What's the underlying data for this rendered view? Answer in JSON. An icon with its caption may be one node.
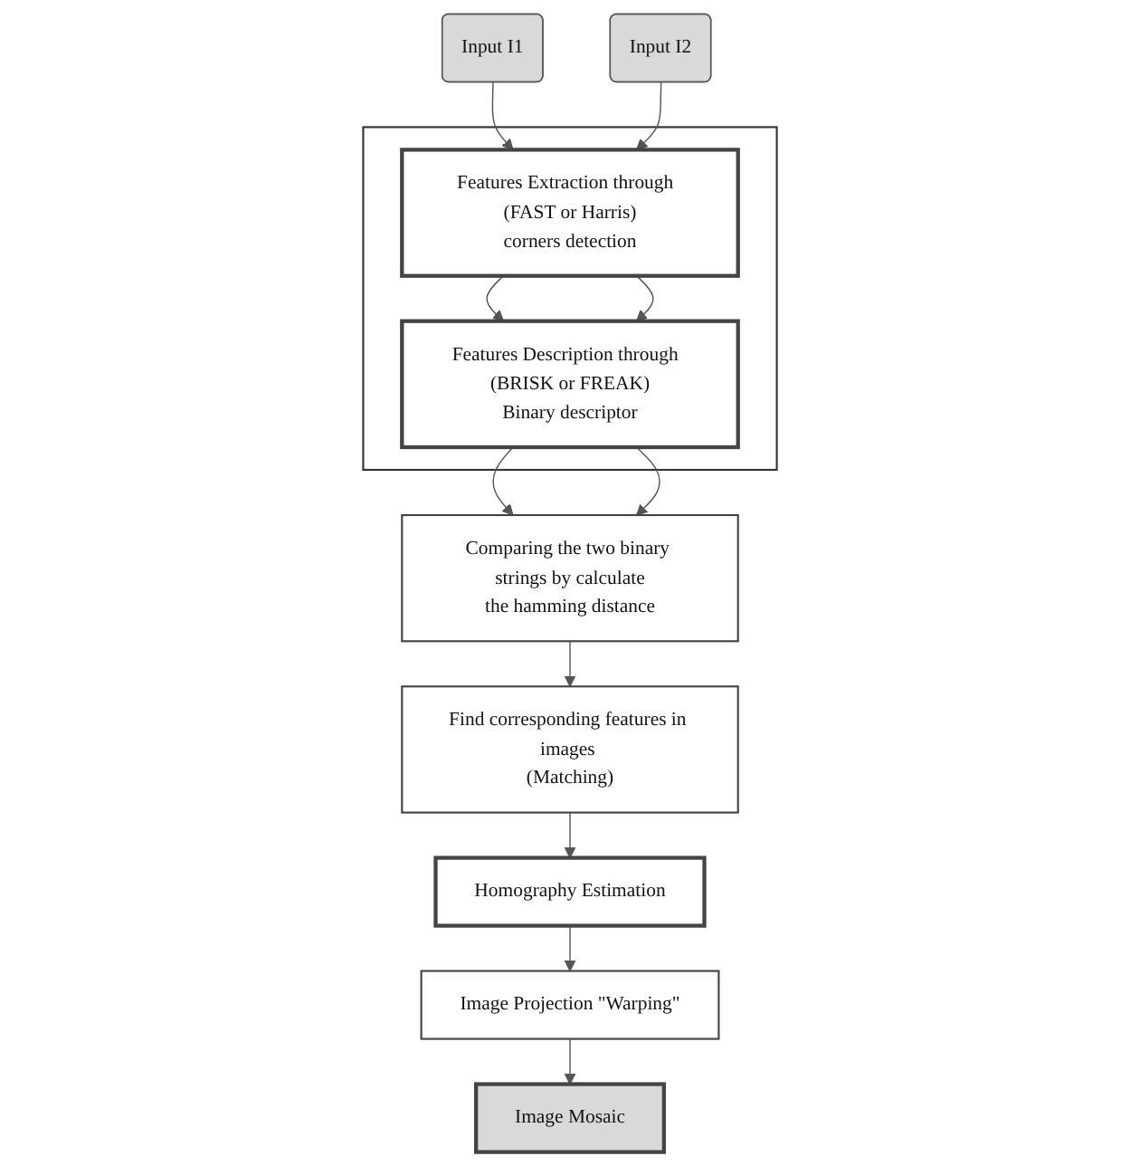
{
  "diagram": {
    "nodes": [
      {
        "text": [
          "Input I1"
        ]
      },
      {
        "text": [
          "Input I2"
        ]
      },
      {
        "text": [],
        "shape": "box"
      },
      {
        "text": [
          "Features Extraction through  (FAST or Harris) corners detection"
        ],
        "in": 2
      },
      {
        "text": [
          "Features Description through  (BRISK or FREAK) Binary descriptor"
        ],
        "in": 2
      },
      {
        "text": [
          "Comparing the two binary strings by calculate the hamming distance"
        ]
      },
      {
        "text": [
          "Find corresponding features in images  (Matching)"
        ]
      },
      {
        "text": [
          "Homography Estimation"
        ]
      },
      {
        "text": [
          "Image Projection \"Warping\""
        ]
      },
      {
        "text": [
          "Image Mosaic"
        ]
      }
    ],
    "edges": [
      {
        "from": 0,
        "to": 3,
        "arrow": "to"
      },
      {
        "from": 1,
        "to": 3,
        "arrow": "to"
      },
      {
        "from": 3,
        "to": 4,
        "arrow": "to"
      },
      {
        "from": 3,
        "to": 4,
        "arrow": "to"
      },
      {
        "from": 4,
        "to": 5,
        "arrow": "to"
      },
      {
        "from": 4,
        "to": 5,
        "arrow": "to"
      },
      {
        "from": 5,
        "to": 6,
        "arrow": "to"
      },
      {
        "from": 6,
        "to": 7,
        "arrow": "to"
      },
      {
        "from": 7,
        "to": 8,
        "arrow": "to"
      },
      {
        "from": 8,
        "to": 9,
        "arrow": "to"
      }
    ]
  }
}
